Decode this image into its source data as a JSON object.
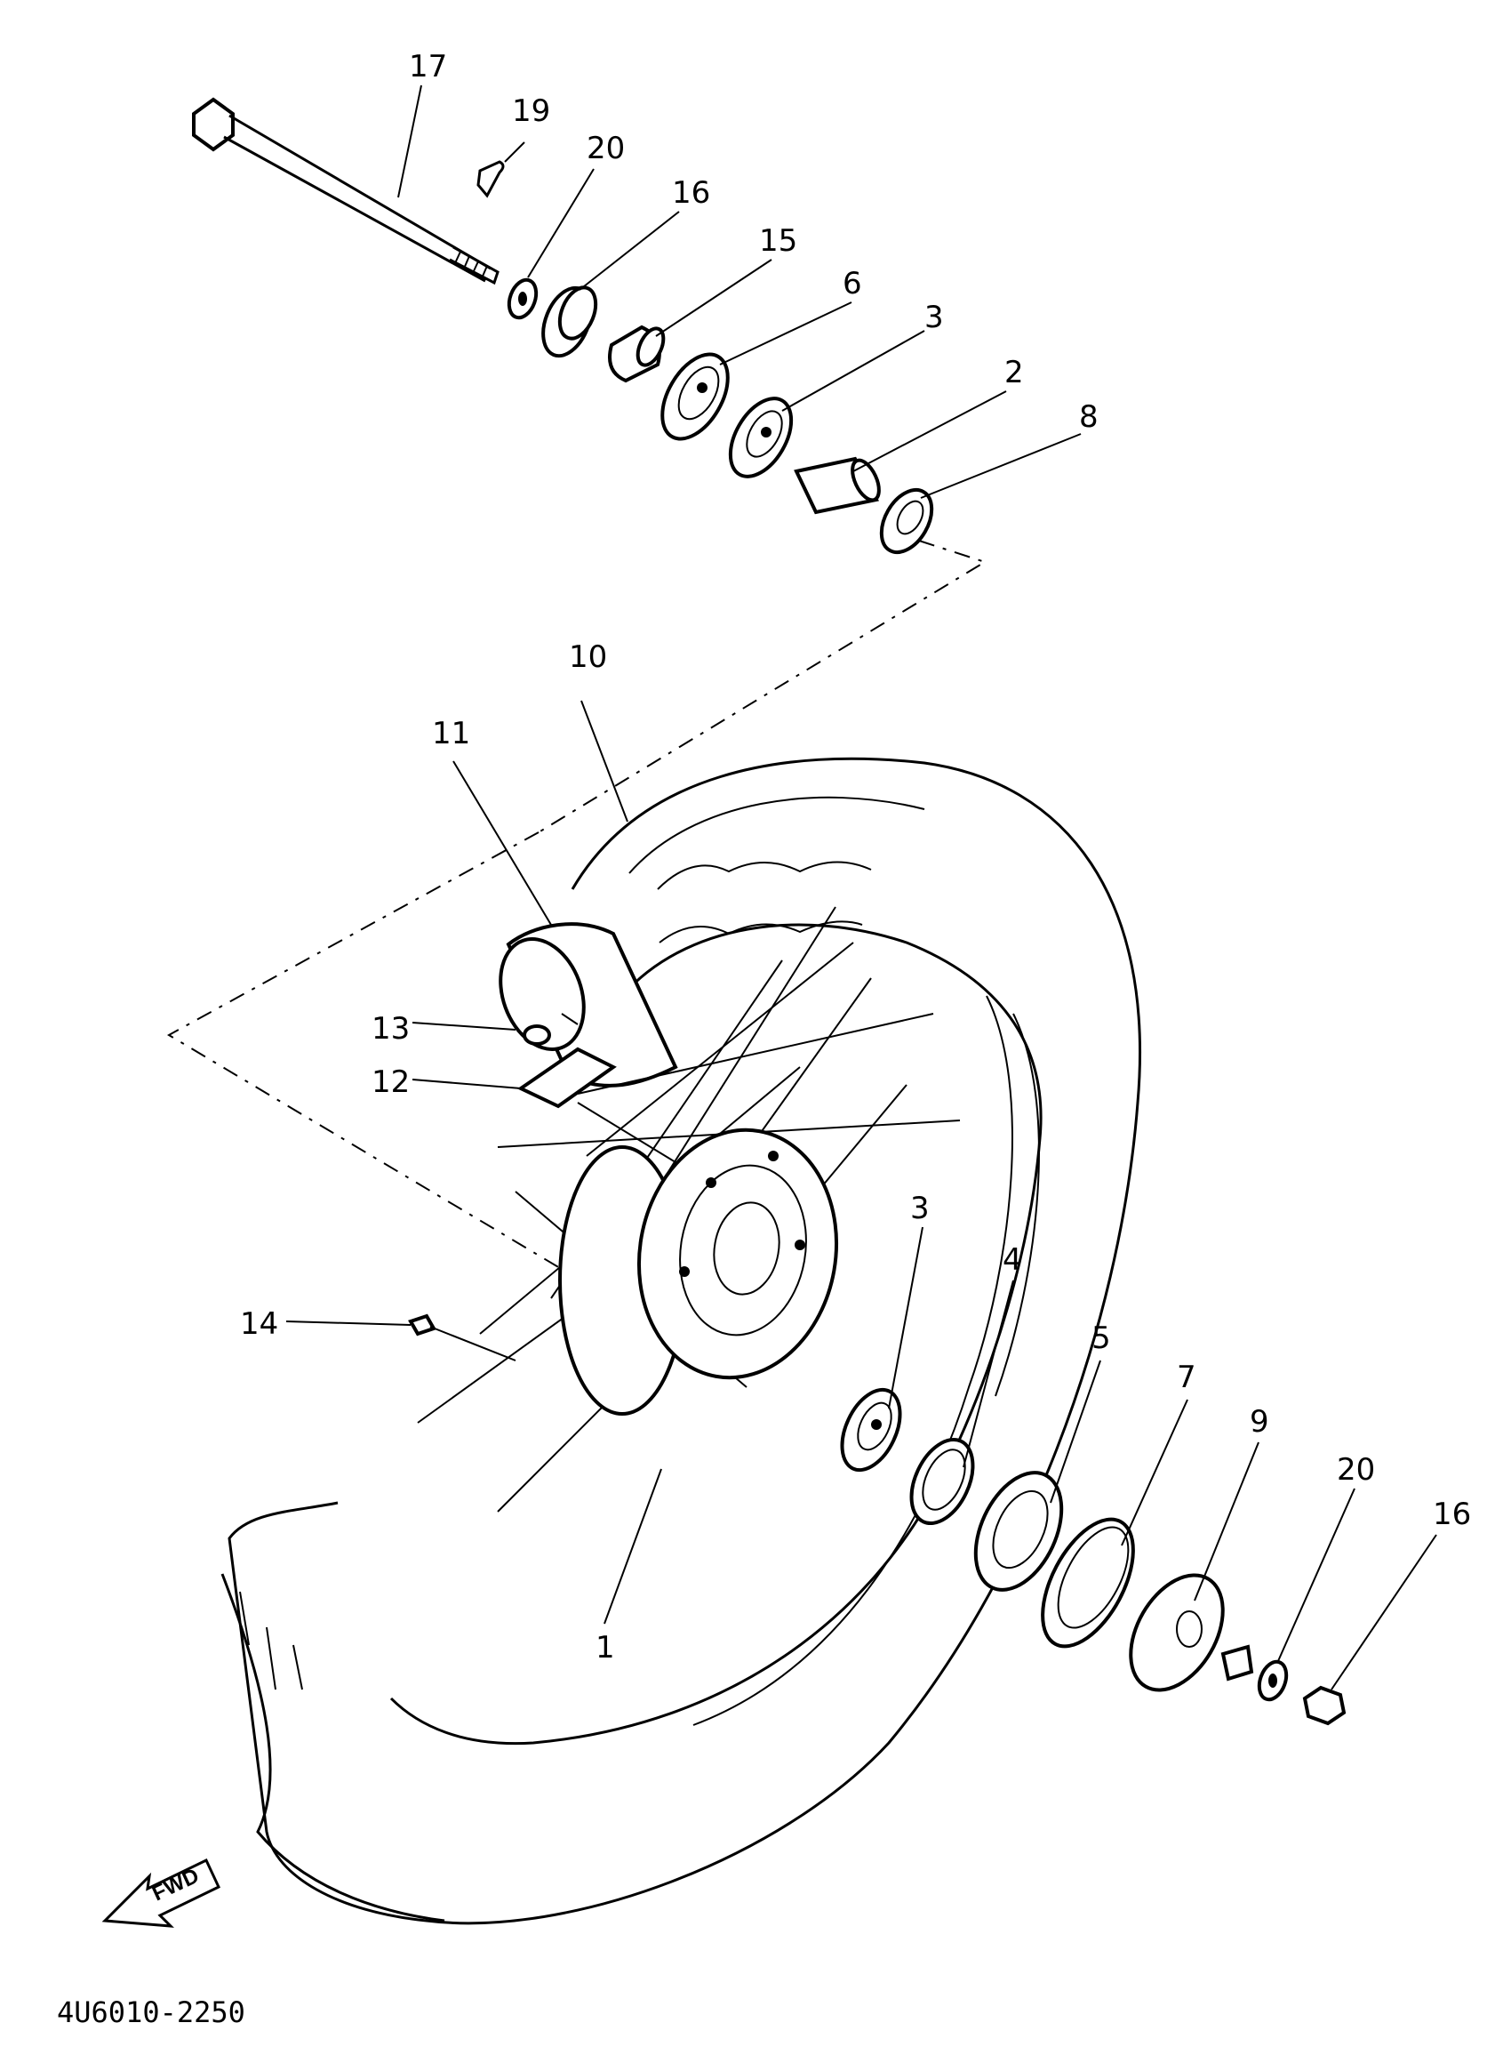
{
  "labels": {
    "l17": "17",
    "l19": "19",
    "l20a": "20",
    "l16a": "16",
    "l15": "15",
    "l6": "6",
    "l3a": "3",
    "l2": "2",
    "l8": "8",
    "l10": "10",
    "l11": "11",
    "l13": "13",
    "l12": "12",
    "l14": "14",
    "l1": "1",
    "l3b": "3",
    "l4": "4",
    "l5": "5",
    "l7": "7",
    "l9": "9",
    "l20b": "20",
    "l16b": "16"
  },
  "fwd_arrow": "FWD",
  "diagram_code": "4U6010-2250"
}
